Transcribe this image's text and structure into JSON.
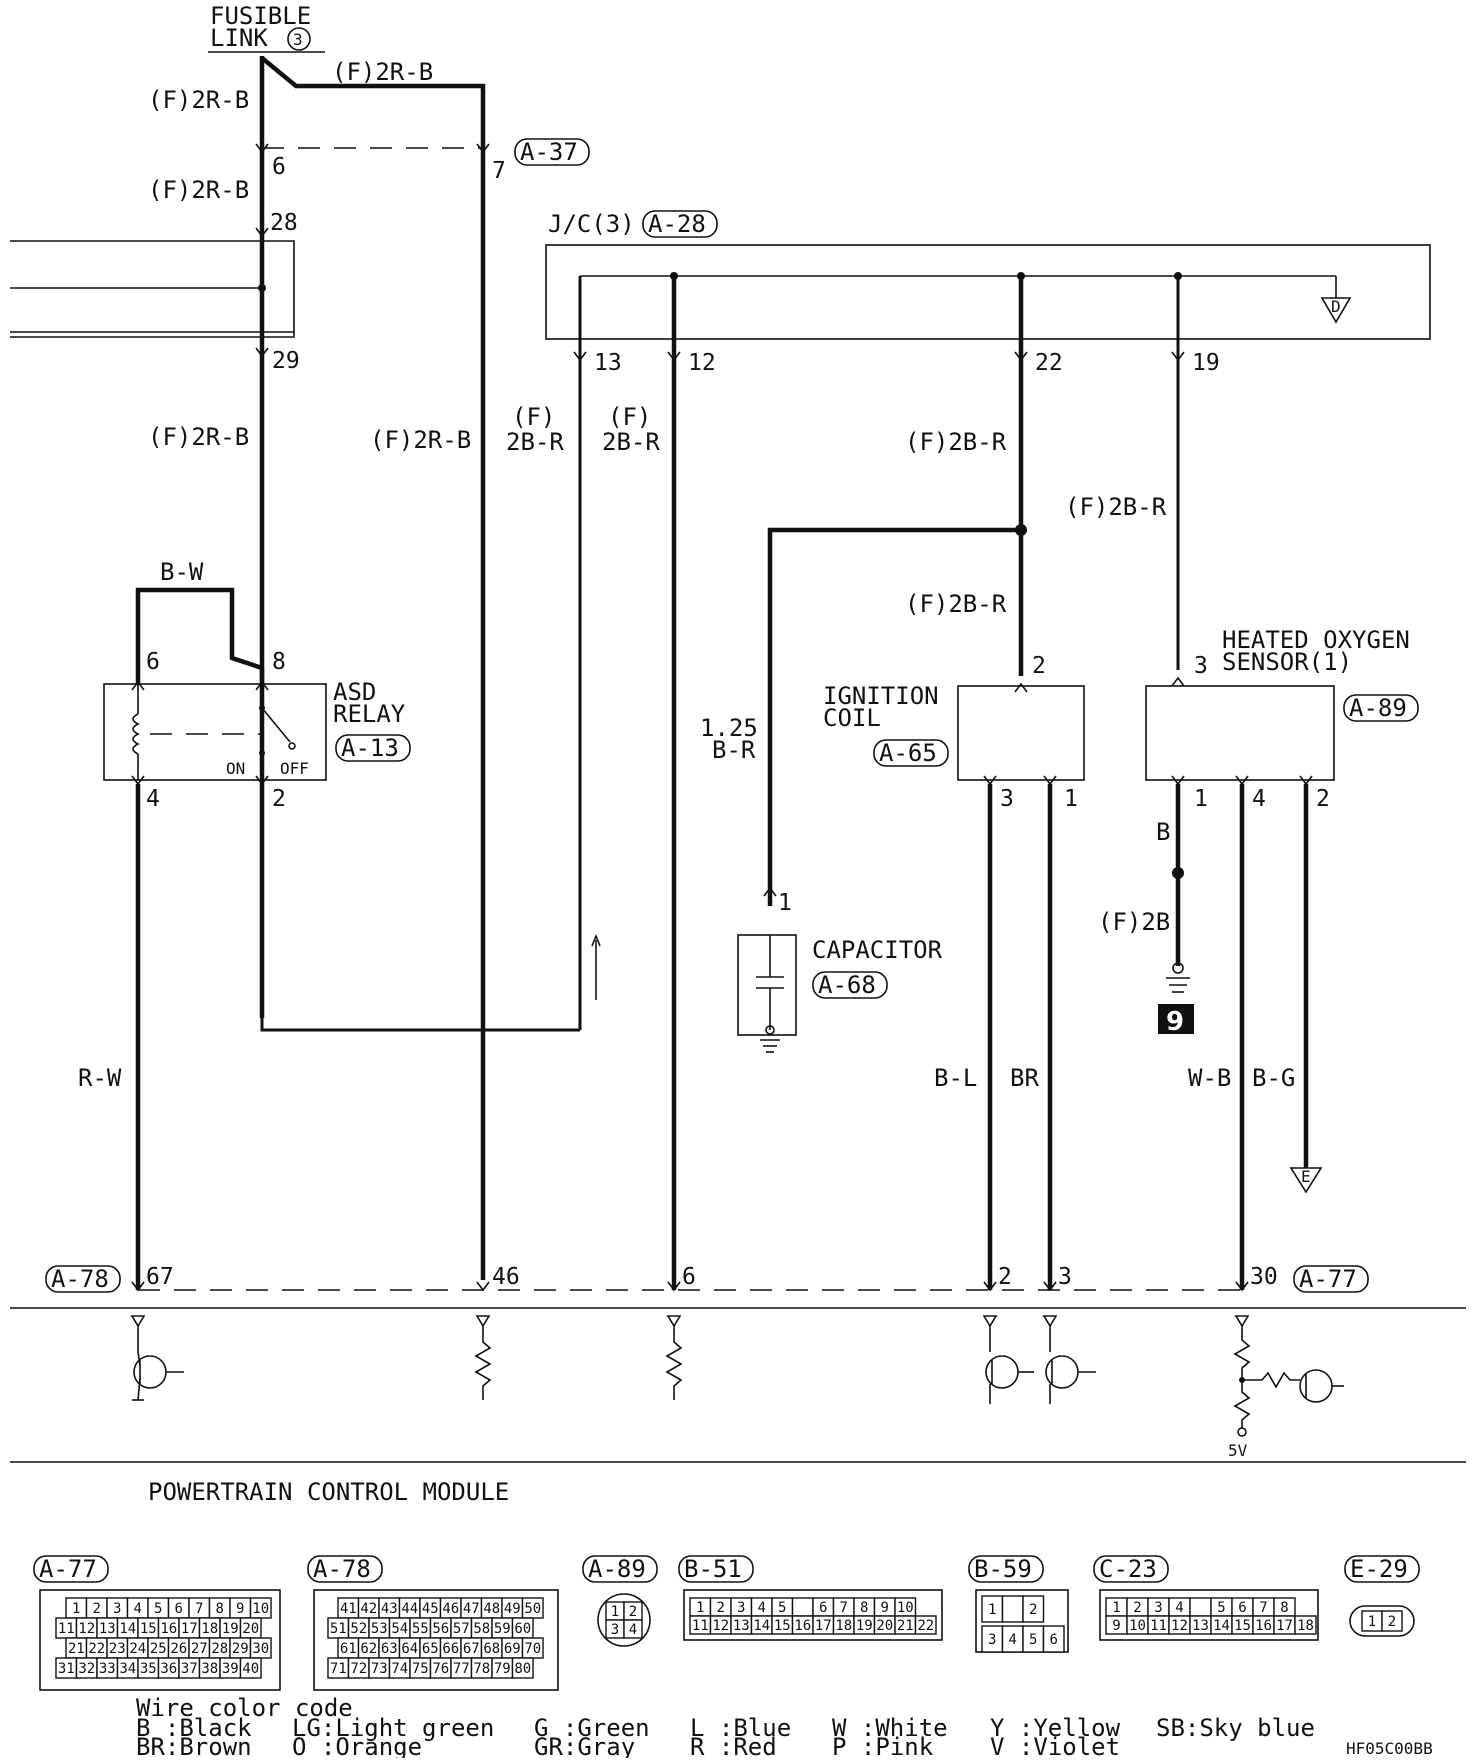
{
  "labels": {
    "fusible_link": [
      "FUSIBLE",
      "LINK"
    ],
    "fusible_link_num": "3",
    "wire_f2rb": "(F)2R-B",
    "wire_f": "(F)",
    "wire_2br": "2B-R",
    "wire_f2br": "(F)2B-R",
    "wire_f2b": "(F)2B",
    "wire_bw": "B-W",
    "wire_rw": "R-W",
    "wire_125": "1.25",
    "wire_br_sm": "B-R",
    "wire_bl": "B-L",
    "wire_br": "BR",
    "wire_b": "B",
    "wire_wb": "W-B",
    "wire_bg": "B-G",
    "jc": "J/C(3)",
    "asd_relay": [
      "ASD",
      "RELAY"
    ],
    "on": "ON",
    "off": "OFF",
    "ignition_coil": [
      "IGNITION",
      "COIL"
    ],
    "capacitor": "CAPACITOR",
    "oxygen_sensor": [
      "HEATED OXYGEN",
      "SENSOR(1)"
    ],
    "pcm": "POWERTRAIN CONTROL MODULE",
    "ground_num": "9",
    "five_v": "5V",
    "ref_d": "D",
    "ref_e": "E",
    "figure_code": "HF05C00BB"
  },
  "connectors": {
    "a37": "A-37",
    "a28": "A-28",
    "a13": "A-13",
    "a65": "A-65",
    "a68": "A-68",
    "a89": "A-89",
    "a78": "A-78",
    "a77": "A-77",
    "b51": "B-51",
    "b59": "B-59",
    "c23": "C-23",
    "e29": "E-29"
  },
  "pins": {
    "p6": "6",
    "p7": "7",
    "p28": "28",
    "p29": "29",
    "p13": "13",
    "p12": "12",
    "p22": "22",
    "p19": "19",
    "p8": "8",
    "p4": "4",
    "p2": "2",
    "p3": "3",
    "p1": "1",
    "p67": "67",
    "p46": "46",
    "p30": "30"
  },
  "legend": {
    "title": "Wire color code",
    "row1": [
      "B :Black",
      "LG:Light green",
      "G :Green",
      "L :Blue",
      "W :White",
      "Y :Yellow",
      "SB:Sky blue"
    ],
    "row2": [
      "BR:Brown",
      "O :Orange",
      "GR:Gray",
      "R :Red",
      "P :Pink",
      "V :Violet"
    ]
  },
  "connector_pinouts": {
    "a77": [
      [
        "1",
        "2",
        "3",
        "4",
        "5",
        "6",
        "7",
        "8",
        "9",
        "10"
      ],
      [
        "11",
        "12",
        "13",
        "14",
        "15",
        "16",
        "17",
        "18",
        "19",
        "20"
      ],
      [
        "21",
        "22",
        "23",
        "24",
        "25",
        "26",
        "27",
        "28",
        "29",
        "30"
      ],
      [
        "31",
        "32",
        "33",
        "34",
        "35",
        "36",
        "37",
        "38",
        "39",
        "40"
      ]
    ],
    "a78": [
      [
        "41",
        "42",
        "43",
        "44",
        "45",
        "46",
        "47",
        "48",
        "49",
        "50"
      ],
      [
        "51",
        "52",
        "53",
        "54",
        "55",
        "56",
        "57",
        "58",
        "59",
        "60"
      ],
      [
        "61",
        "62",
        "63",
        "64",
        "65",
        "66",
        "67",
        "68",
        "69",
        "70"
      ],
      [
        "71",
        "72",
        "73",
        "74",
        "75",
        "76",
        "77",
        "78",
        "79",
        "80"
      ]
    ],
    "a89": [
      [
        "1",
        "2"
      ],
      [
        "3",
        "4"
      ]
    ],
    "b51": [
      [
        "1",
        "2",
        "3",
        "4",
        "5",
        "",
        "6",
        "7",
        "8",
        "9",
        "10"
      ],
      [
        "11",
        "12",
        "13",
        "14",
        "15",
        "16",
        "17",
        "18",
        "19",
        "20",
        "21",
        "22"
      ]
    ],
    "b59": [
      [
        "1",
        "",
        "2"
      ],
      [
        "3",
        "4",
        "5",
        "6"
      ]
    ],
    "c23": [
      [
        "1",
        "2",
        "3",
        "4",
        "",
        "5",
        "6",
        "7",
        "8"
      ],
      [
        "9",
        "10",
        "11",
        "12",
        "13",
        "14",
        "15",
        "16",
        "17",
        "18"
      ]
    ],
    "e29": [
      [
        "1",
        "2"
      ]
    ]
  }
}
